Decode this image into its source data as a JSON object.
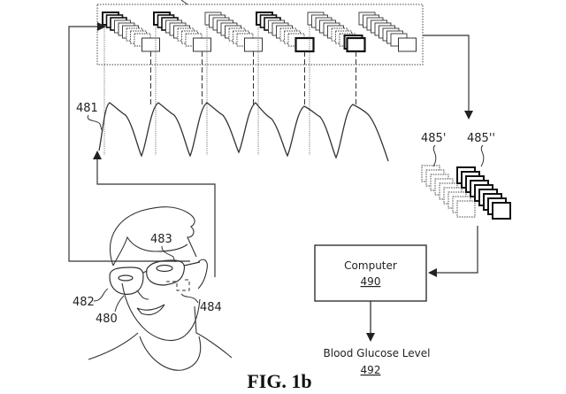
{
  "figure": {
    "title": "FIG. 1b"
  },
  "labels": {
    "signal": "481",
    "glasses": "480",
    "frame": "482",
    "sensor": "483",
    "camera": "484",
    "frames_set_a": "485'",
    "frames_set_b": "485''"
  },
  "computer": {
    "title": "Computer",
    "ref": "490"
  },
  "output": {
    "title": "Blood Glucose Level",
    "ref": "492"
  },
  "frame_stacks": [
    {
      "emphasis": "dark-front",
      "selected": "plain"
    },
    {
      "emphasis": "dark-front",
      "selected": "plain"
    },
    {
      "emphasis": "light",
      "selected": "plain"
    },
    {
      "emphasis": "dark-front",
      "selected": "bold"
    },
    {
      "emphasis": "light",
      "selected": "bold-double"
    },
    {
      "emphasis": "light",
      "selected": "plain"
    }
  ],
  "waveform": {
    "cycles": 6
  },
  "colors": {
    "ink": "#222222",
    "background": "#ffffff"
  }
}
